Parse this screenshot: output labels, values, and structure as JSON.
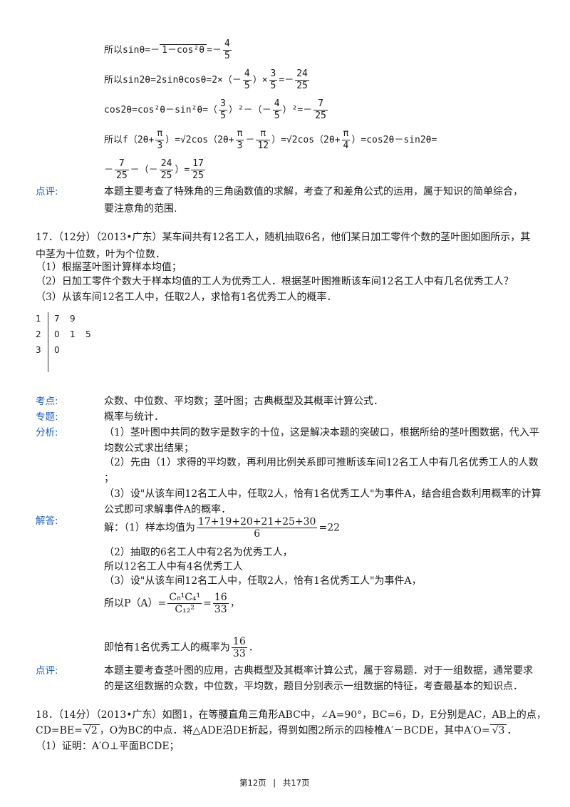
{
  "prev": {
    "line1_prefix": "所以sinθ=－",
    "line1_root": "1－cos²θ",
    "line1_eq": "=－",
    "line1_num": "4",
    "line1_den": "5",
    "line2_prefix": "所以sin2θ=2sinθcosθ=2×（－",
    "line2_f1_num": "4",
    "line2_f1_den": "5",
    "line2_mid": "）×",
    "line2_f2_num": "3",
    "line2_f2_den": "5",
    "line2_eq": "=－",
    "line2_f3_num": "24",
    "line2_f3_den": "25",
    "line3_prefix": "cos2θ=cos²θ－sin²θ=（",
    "line3_f1_num": "3",
    "line3_f1_den": "5",
    "line3_mid": "）²－（－",
    "line3_f2_num": "4",
    "line3_f2_den": "5",
    "line3_eq": "）²=－",
    "line3_f3_num": "7",
    "line3_f3_den": "25",
    "line4_prefix": "所以f（2θ+",
    "line4_f1_num": "π",
    "line4_f1_den": "3",
    "line4_mid1": "）=√2cos（2θ+",
    "line4_f2_num": "π",
    "line4_f2_den": "3",
    "line4_minus": "－",
    "line4_f3_num": "π",
    "line4_f3_den": "12",
    "line4_mid2": "）=√2cos（2θ+",
    "line4_f4_num": "π",
    "line4_f4_den": "4",
    "line4_end": "）=cos2θ－sin2θ=",
    "line5_minus": "－",
    "line5_f1_num": "7",
    "line5_f1_den": "25",
    "line5_mid": "－（－",
    "line5_f2_num": "24",
    "line5_f2_den": "25",
    "line5_eq": "）=",
    "line5_f3_num": "17",
    "line5_f3_den": "25",
    "comment_label": "点评:",
    "comment_l1": "本题主要考查了特殊角的三角函数值的求解，考查了和差角公式的运用，属于知识的简单综合，",
    "comment_l2": "要注意角的范围."
  },
  "q17": {
    "header_l1": "17．（12分）（2013•广东）某车间共有12名工人，随机抽取6名，他们某日加工零件个数的茎叶图如图所示，其",
    "header_l2": "中茎为十位数，叶为个位数．",
    "part1": "（1）根据茎叶图计算样本均值；",
    "part2": "（2）日加工零件个数大于样本均值的工人为优秀工人．根据茎叶图推断该车间12名工人中有几名优秀工人？",
    "part3": "（3）从该车间12名工人中，任取2人，求恰有1名优秀工人的概率．",
    "stem_leaf": [
      {
        "stem": "1",
        "leaves": [
          "7",
          "9"
        ]
      },
      {
        "stem": "2",
        "leaves": [
          "0",
          "1",
          "5"
        ]
      },
      {
        "stem": "3",
        "leaves": [
          "0"
        ]
      }
    ],
    "kaodian_label": "考点:",
    "kaodian": "众数、中位数、平均数；茎叶图；古典概型及其概率计算公式．",
    "zhuanti_label": "专题:",
    "zhuanti": "概率与统计．",
    "fenxi_label": "分析:",
    "fenxi_l1": "（1）茎叶图中共同的数字是数字的十位，这是解决本题的突破口，根据所给的茎叶图数据，代入平",
    "fenxi_l2": "均数公式求出结果；",
    "fenxi_l3": "（2）先由（1）求得的平均数，再利用比例关系即可推断该车间12名工人中有几名优秀工人的人数",
    "fenxi_l4": "；",
    "fenxi_l5": "（3）设\"从该车间12名工人中，任取2人，恰有1名优秀工人\"为事件A，结合组合数利用概率的计算",
    "fenxi_l6": "公式即可求解事件A的概率．",
    "jieda_label": "解答:",
    "jieda_l1_prefix": "解：（1）样本均值为",
    "jieda_l1_num": "17+19+20+21+25+30",
    "jieda_l1_den": "6",
    "jieda_l1_eq": "=22",
    "jieda_l2": "（2）抽取的6名工人中有2名为优秀工人，",
    "jieda_l3": "所以12名工人中有4名优秀工人",
    "jieda_l4": "（3）设\"从该车间12名工人中，任取2人，恰有1名优秀工人\"为事件A，",
    "jieda_l5_prefix": "所以P（A）=",
    "jieda_l5_num": "C₈¹C₄¹",
    "jieda_l5_den": "C₁₂²",
    "jieda_l5_eq": "=",
    "jieda_l5_f_num": "16",
    "jieda_l5_f_den": "33",
    "jieda_l5_end": "，",
    "jieda_l6_prefix": "即恰有1名优秀工人的概率为",
    "jieda_l6_num": "16",
    "jieda_l6_den": "33",
    "jieda_l6_end": "．",
    "comment_label": "点评:",
    "comment_l1": "本题主要考查茎叶图的应用，古典概型及其概率计算公式，属于容易题．对于一组数据，通常要求",
    "comment_l2": "的是这组数据的众数，中位数，平均数，题目分别表示一组数据的特征，考查最基本的知识点．"
  },
  "q18": {
    "header_l1": "18．（14分）（2013•广东）如图1，在等腰直角三角形ABC中，∠A=90°，BC=6，D，E分别是AC，AB上的点，",
    "header_l2_a": "CD=BE=",
    "header_l2_b": "√2",
    "header_l2_c": "，O为BC的中点．将△ADE沿DE折起，得到如图2所示的四棱椎A′－BCDE，其中A′O=",
    "header_l2_d": "√3",
    "header_l2_e": "．",
    "part1": "（1）证明：A′O⊥平面BCDE；"
  },
  "footer": {
    "left": "第12页",
    "sep": "|",
    "right": "共17页"
  }
}
